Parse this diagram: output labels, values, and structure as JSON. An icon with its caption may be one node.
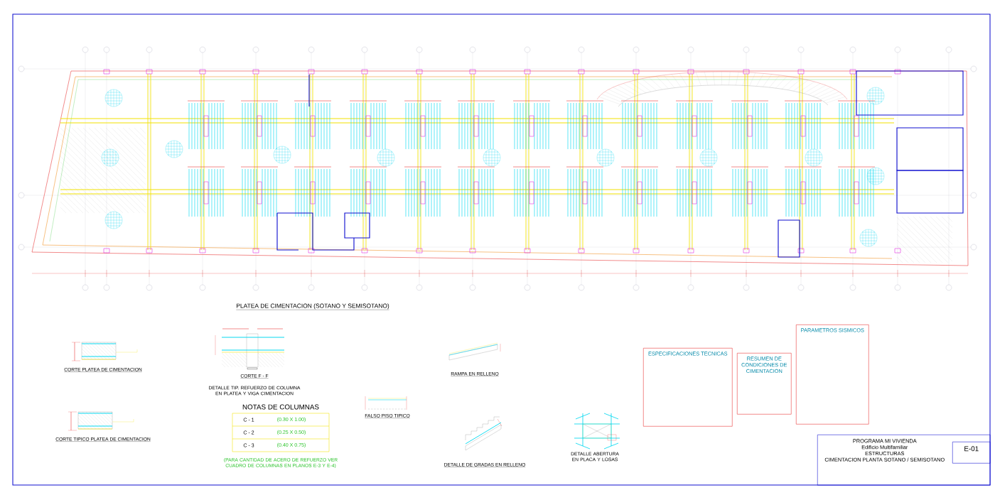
{
  "diagram": {
    "nodes": [
      {
        "text": [
          "ESPECIFICACIONES TECNICAS"
        ]
      },
      {
        "text": [
          "RESUMEN DE CONDICIONES DE CIMENTACION"
        ]
      },
      {
        "text": [
          "PARAMETROS SISMICOS"
        ]
      },
      {
        "text": [
          "PROGRAMA MI VIVIENDA",
          "Edificio Multifamiliar",
          "ESTRUCTURAS",
          "CIMENTACION PLANTA SOTANO / SEMISOTANO"
        ]
      },
      {
        "text": [
          "E-01"
        ],
        "in": 3
      }
    ],
    "labels": [
      "PLATEA DE CIMENTACION (SOTANO Y SEMISOTANO)",
      "CORTE PLATEA DE CIMENTACION",
      "CORTE TIPICO PLATEA DE CIMENTACION",
      "CORTE F - F",
      "DETALLE TIP. REFUERZO DE COLUMNA EN PLATEA Y VIGA CIMENTACION",
      "NOTAS DE COLUMNAS",
      "C - 1",
      "(0.30 X 1.00)",
      "C - 2",
      "(0.25 X 0.50)",
      "C - 3",
      "(0.40 X 0.75)",
      "(PARA CANTIDAD DE ACERO DE REFUERZO VER CUADRO DE COLUMNAS EN PLANOS E-3 Y E-4)",
      "FALSO PISO TIPICO",
      "RAMPA EN RELLENO",
      "DETALLE DE GRADAS EN RELLENO",
      "DETALLE ABERTURA EN PLACA Y LOSAS"
    ]
  }
}
